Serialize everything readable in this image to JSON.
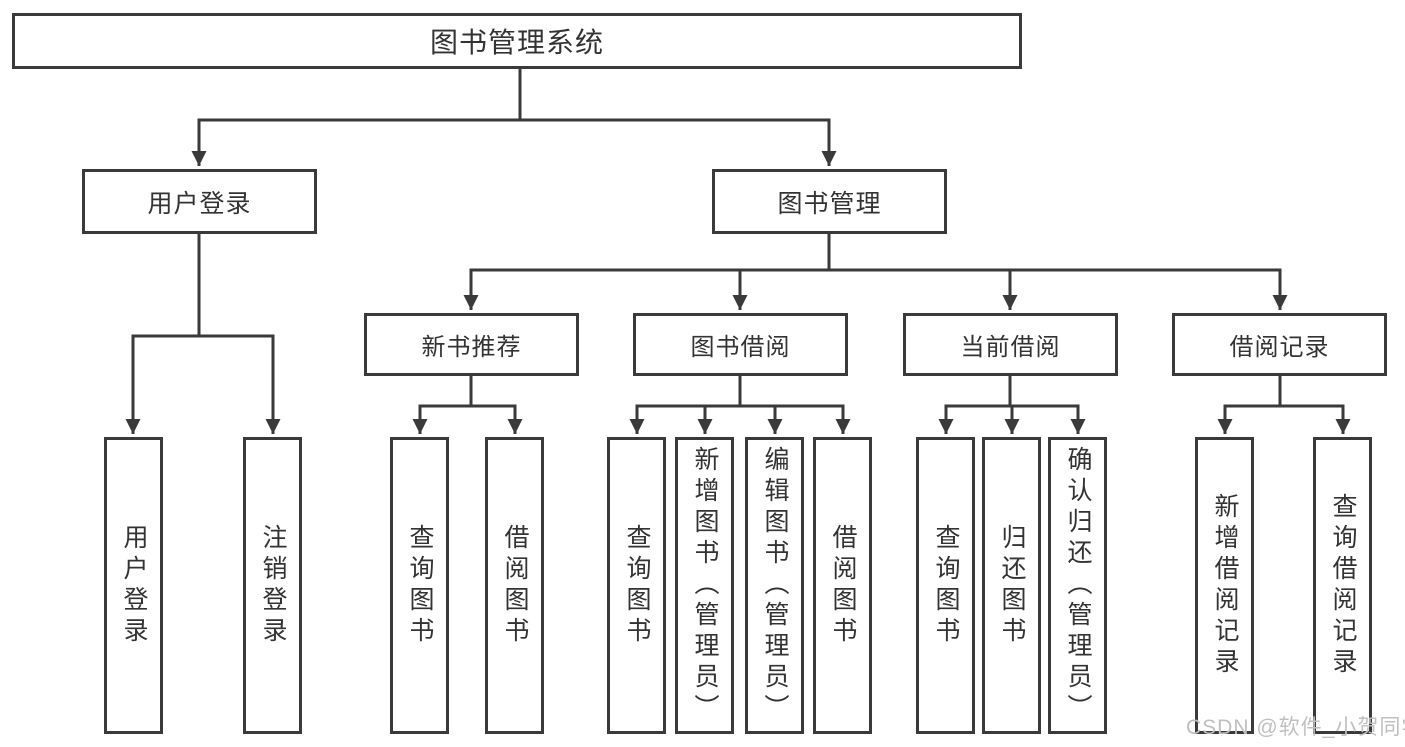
{
  "diagram": {
    "title": "图书管理系统",
    "root": {
      "label": "图书管理系统"
    },
    "branches": [
      {
        "label": "用户登录",
        "leaves": [
          {
            "label": "用户登录"
          },
          {
            "label": "注销登录"
          }
        ]
      },
      {
        "label": "图书管理",
        "groups": [
          {
            "label": "新书推荐",
            "leaves": [
              {
                "label": "查询图书"
              },
              {
                "label": "借阅图书"
              }
            ]
          },
          {
            "label": "图书借阅",
            "leaves": [
              {
                "label": "查询图书"
              },
              {
                "label": "新增图书（管理员）"
              },
              {
                "label": "编辑图书（管理员）"
              },
              {
                "label": "借阅图书"
              }
            ]
          },
          {
            "label": "当前借阅",
            "leaves": [
              {
                "label": "查询图书"
              },
              {
                "label": "归还图书"
              },
              {
                "label": "确认归还（管理员）"
              }
            ]
          },
          {
            "label": "借阅记录",
            "leaves": [
              {
                "label": "新增借阅记录"
              },
              {
                "label": "查询借阅记录"
              }
            ]
          }
        ]
      }
    ]
  },
  "watermark": {
    "text": "CSDN @软件_小贺同学"
  },
  "colors": {
    "line": "#3a3a3a",
    "text": "#333333",
    "watermark_text": "#c0c0c0",
    "background": "#ffffff"
  }
}
